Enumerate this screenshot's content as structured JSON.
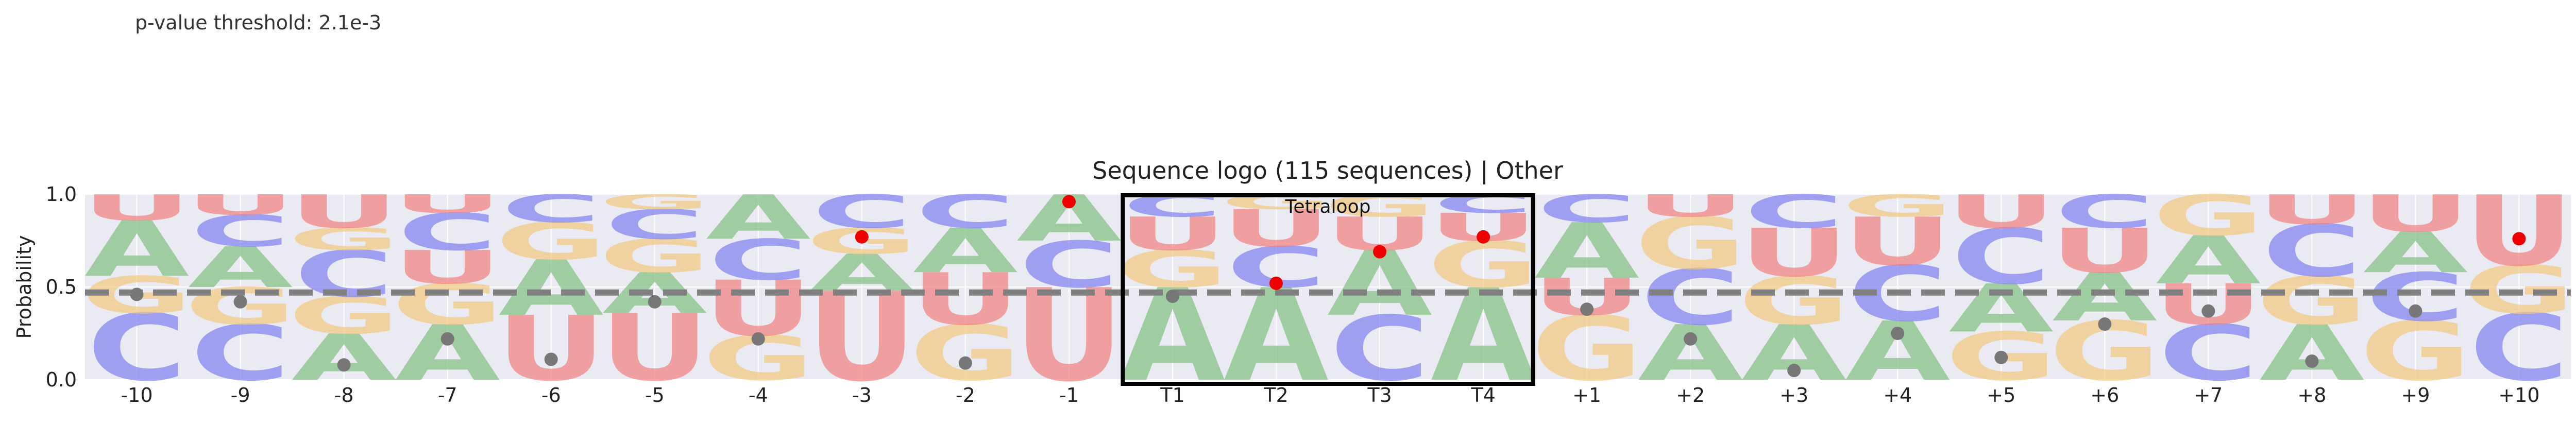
{
  "header": {
    "threshold_text": "p-value threshold: 2.1e-3"
  },
  "colors": {
    "A": "#7fbf7f",
    "C": "#7f7ff2",
    "G": "#f2c77f",
    "U": "#f27f7f",
    "background": "#eaeaf2",
    "grid": "#ffffff",
    "threshold_line": "#808080",
    "dot_significant": "#ee0000",
    "dot_normal": "#777777"
  },
  "chart_data": {
    "type": "sequence-logo",
    "title": "Sequence logo (115 sequences) | Other",
    "xlabel": "",
    "ylabel": "Probability",
    "ylim": [
      0,
      1
    ],
    "yticks": [
      "0.0",
      "0.5",
      "1.0"
    ],
    "grid": true,
    "threshold": 0.47,
    "highlight": {
      "label": "Tetraloop",
      "from": "T1",
      "to": "T4"
    },
    "positions": [
      {
        "label": "-10",
        "stack": [
          [
            "C",
            0.36
          ],
          [
            "G",
            0.2
          ],
          [
            "A",
            0.3
          ],
          [
            "U",
            0.14
          ]
        ],
        "dot": 0.46,
        "significant": false
      },
      {
        "label": "-9",
        "stack": [
          [
            "C",
            0.3
          ],
          [
            "G",
            0.2
          ],
          [
            "A",
            0.22
          ],
          [
            "C",
            0.17
          ],
          [
            "U",
            0.11
          ]
        ],
        "dot": 0.42,
        "significant": false
      },
      {
        "label": "-8",
        "stack": [
          [
            "A",
            0.25
          ],
          [
            "G",
            0.2
          ],
          [
            "C",
            0.25
          ],
          [
            "G",
            0.12
          ],
          [
            "U",
            0.18
          ]
        ],
        "dot": 0.08,
        "significant": false
      },
      {
        "label": "-7",
        "stack": [
          [
            "A",
            0.3
          ],
          [
            "G",
            0.22
          ],
          [
            "U",
            0.18
          ],
          [
            "C",
            0.2
          ],
          [
            "U",
            0.1
          ]
        ],
        "dot": 0.22,
        "significant": false
      },
      {
        "label": "-6",
        "stack": [
          [
            "U",
            0.35
          ],
          [
            "A",
            0.3
          ],
          [
            "G",
            0.2
          ],
          [
            "C",
            0.15
          ]
        ],
        "dot": 0.11,
        "significant": false
      },
      {
        "label": "-5",
        "stack": [
          [
            "U",
            0.36
          ],
          [
            "A",
            0.22
          ],
          [
            "G",
            0.18
          ],
          [
            "C",
            0.16
          ],
          [
            "G",
            0.08
          ]
        ],
        "dot": 0.42,
        "significant": false
      },
      {
        "label": "-4",
        "stack": [
          [
            "G",
            0.24
          ],
          [
            "U",
            0.3
          ],
          [
            "C",
            0.22
          ],
          [
            "A",
            0.24
          ]
        ],
        "dot": 0.22,
        "significant": false
      },
      {
        "label": "-3",
        "stack": [
          [
            "U",
            0.48
          ],
          [
            "A",
            0.2
          ],
          [
            "G",
            0.14
          ],
          [
            "C",
            0.18
          ]
        ],
        "dot": 0.77,
        "significant": true
      },
      {
        "label": "-2",
        "stack": [
          [
            "G",
            0.3
          ],
          [
            "U",
            0.28
          ],
          [
            "A",
            0.24
          ],
          [
            "C",
            0.18
          ]
        ],
        "dot": 0.09,
        "significant": false
      },
      {
        "label": "-1",
        "stack": [
          [
            "U",
            0.5
          ],
          [
            "C",
            0.25
          ],
          [
            "A",
            0.25
          ]
        ],
        "dot": 0.96,
        "significant": true
      },
      {
        "label": "T1",
        "stack": [
          [
            "A",
            0.5
          ],
          [
            "G",
            0.2
          ],
          [
            "U",
            0.18
          ],
          [
            "C",
            0.12
          ]
        ],
        "dot": 0.45,
        "significant": false
      },
      {
        "label": "T2",
        "stack": [
          [
            "A",
            0.5
          ],
          [
            "C",
            0.22
          ],
          [
            "U",
            0.2
          ],
          [
            "G",
            0.08
          ]
        ],
        "dot": 0.52,
        "significant": true
      },
      {
        "label": "T3",
        "stack": [
          [
            "C",
            0.35
          ],
          [
            "A",
            0.35
          ],
          [
            "U",
            0.18
          ],
          [
            "G",
            0.12
          ]
        ],
        "dot": 0.69,
        "significant": true
      },
      {
        "label": "T4",
        "stack": [
          [
            "A",
            0.5
          ],
          [
            "G",
            0.25
          ],
          [
            "U",
            0.15
          ],
          [
            "C",
            0.1
          ]
        ],
        "dot": 0.77,
        "significant": true
      },
      {
        "label": "+1",
        "stack": [
          [
            "G",
            0.35
          ],
          [
            "U",
            0.2
          ],
          [
            "A",
            0.3
          ],
          [
            "C",
            0.15
          ]
        ],
        "dot": 0.38,
        "significant": false
      },
      {
        "label": "+2",
        "stack": [
          [
            "A",
            0.3
          ],
          [
            "C",
            0.3
          ],
          [
            "G",
            0.28
          ],
          [
            "U",
            0.12
          ]
        ],
        "dot": 0.22,
        "significant": false
      },
      {
        "label": "+3",
        "stack": [
          [
            "A",
            0.3
          ],
          [
            "G",
            0.26
          ],
          [
            "U",
            0.26
          ],
          [
            "C",
            0.18
          ]
        ],
        "dot": 0.05,
        "significant": false
      },
      {
        "label": "+4",
        "stack": [
          [
            "A",
            0.32
          ],
          [
            "C",
            0.3
          ],
          [
            "U",
            0.26
          ],
          [
            "G",
            0.12
          ]
        ],
        "dot": 0.25,
        "significant": false
      },
      {
        "label": "+5",
        "stack": [
          [
            "G",
            0.26
          ],
          [
            "A",
            0.26
          ],
          [
            "C",
            0.3
          ],
          [
            "U",
            0.18
          ]
        ],
        "dot": 0.12,
        "significant": false
      },
      {
        "label": "+6",
        "stack": [
          [
            "G",
            0.32
          ],
          [
            "A",
            0.26
          ],
          [
            "U",
            0.24
          ],
          [
            "C",
            0.18
          ]
        ],
        "dot": 0.3,
        "significant": false
      },
      {
        "label": "+7",
        "stack": [
          [
            "C",
            0.3
          ],
          [
            "U",
            0.22
          ],
          [
            "A",
            0.26
          ],
          [
            "G",
            0.22
          ]
        ],
        "dot": 0.37,
        "significant": false
      },
      {
        "label": "+8",
        "stack": [
          [
            "A",
            0.3
          ],
          [
            "G",
            0.26
          ],
          [
            "C",
            0.28
          ],
          [
            "U",
            0.16
          ]
        ],
        "dot": 0.1,
        "significant": false
      },
      {
        "label": "+9",
        "stack": [
          [
            "G",
            0.32
          ],
          [
            "C",
            0.26
          ],
          [
            "A",
            0.22
          ],
          [
            "U",
            0.2
          ]
        ],
        "dot": 0.37,
        "significant": false
      },
      {
        "label": "+10",
        "stack": [
          [
            "C",
            0.36
          ],
          [
            "G",
            0.26
          ],
          [
            "U",
            0.38
          ]
        ],
        "dot": 0.76,
        "significant": true
      }
    ]
  }
}
